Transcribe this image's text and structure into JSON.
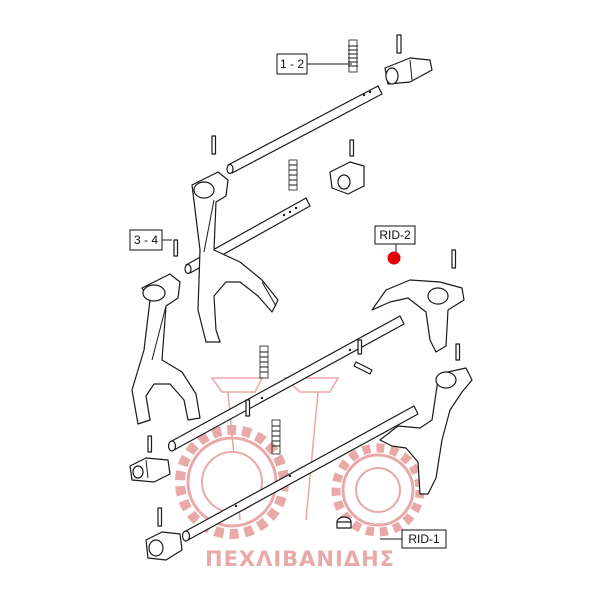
{
  "labels": {
    "group_1_2": "1 - 2",
    "group_3_4": "3 - 4",
    "rid_2": "RID-2",
    "rid_1": "RID-1"
  },
  "watermark": {
    "text": "ΠΕΧΛΙΒΑΝΙΔΗΣ"
  },
  "colors": {
    "line": "#1a1a1a",
    "highlight_marker": "#e00000",
    "watermark": "#e8a0a0"
  }
}
